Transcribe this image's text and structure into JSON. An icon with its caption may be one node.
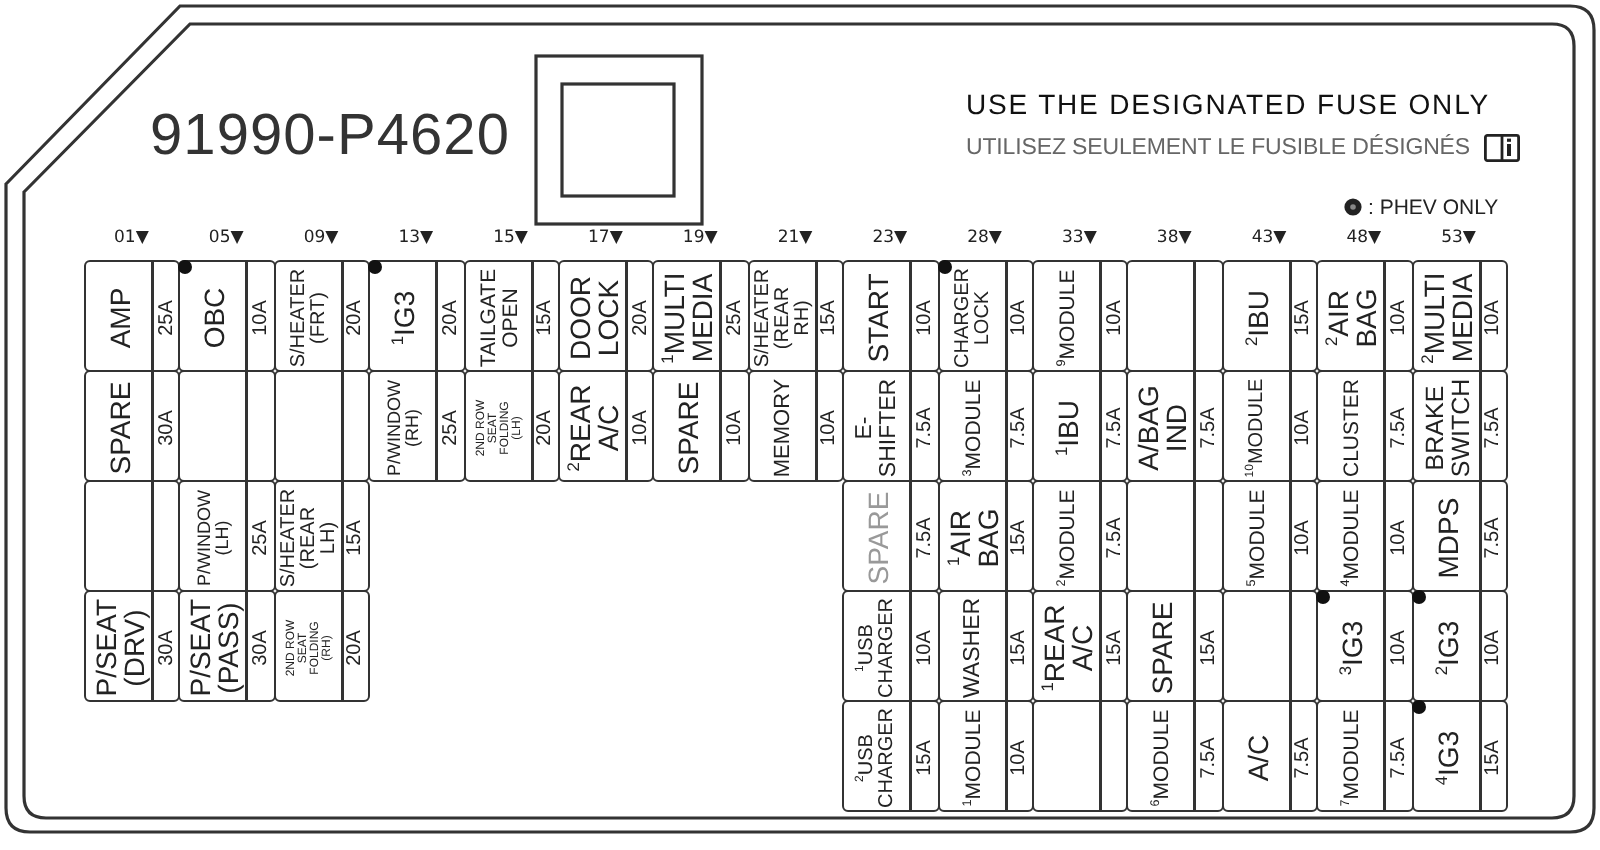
{
  "diagram": {
    "nodes": [
      {
        "text": [
          "AMP",
          "25A"
        ]
      },
      {
        "text": [
          "SPARE",
          "30A"
        ]
      },
      {
        "text": [],
        "shape": "box"
      },
      {
        "text": [
          "P/SEAT (DRV)",
          "30A"
        ]
      },
      {
        "text": [
          "OBC",
          "10A"
        ]
      },
      {
        "text": [],
        "shape": "circle",
        "in": 4
      },
      {
        "text": [],
        "shape": "box"
      },
      {
        "text": [
          "P/WINDOW (LH)",
          "25A"
        ]
      },
      {
        "text": [
          "P/SEAT (PASS)",
          "30A"
        ]
      },
      {
        "text": [
          "S/HEATER (FRT)",
          "20A"
        ]
      },
      {
        "text": [],
        "shape": "box"
      },
      {
        "text": [
          "S/HEATER (REAR LH)",
          "15A"
        ]
      },
      {
        "text": [
          "2ND ROW SEAT FOLDING (RH)",
          "20A"
        ]
      },
      {
        "text": [
          "$^{1}$IG3",
          "20A"
        ]
      },
      {
        "text": [],
        "shape": "circle",
        "in": 13
      },
      {
        "text": [
          "P/WINDOW (RH)",
          "25A"
        ]
      },
      {
        "text": [
          "TAILGATE OPEN",
          "15A"
        ]
      },
      {
        "text": [
          "2ND ROW SEAT FOLDING (LH)",
          "20A"
        ]
      },
      {
        "text": [
          "DOOR LOCK",
          "20A"
        ]
      },
      {
        "text": [
          "$^{2}$REAR A/C",
          "10A"
        ]
      },
      {
        "text": [
          "$^{1}$MULTI MEDIA",
          "25A"
        ]
      },
      {
        "text": [
          "SPARE",
          "10A"
        ]
      },
      {
        "text": [
          "S/HEATER (REAR RH)",
          "15A"
        ]
      },
      {
        "text": [
          "MEMORY",
          "10A"
        ]
      },
      {
        "text": [
          "START",
          "10A"
        ]
      },
      {
        "text": [
          "E-SHIFTER",
          "7.5A"
        ]
      },
      {
        "text": [
          "SPARE",
          "7.5A"
        ]
      },
      {
        "text": [
          "$^{1}$USB CHARGER",
          "10A"
        ]
      },
      {
        "text": [
          "$^{2}$USB CHARGER",
          "15A"
        ]
      },
      {
        "text": [
          "CHARGER LOCK",
          "10A"
        ]
      },
      {
        "text": [],
        "shape": "circle",
        "in": 29
      },
      {
        "text": [
          "$^{3}$MODULE",
          "7.5A"
        ]
      },
      {
        "text": [
          "$^{1}$AIR BAG",
          "15A"
        ]
      },
      {
        "text": [
          "WASHER",
          "15A"
        ]
      },
      {
        "text": [
          "$^{1}$MODULE",
          "10A"
        ]
      },
      {
        "text": [
          "$^{9}$MODULE",
          "10A"
        ]
      },
      {
        "text": [
          "$^{1}$IBU",
          "7.5A"
        ]
      },
      {
        "text": [
          "$^{2}$MODULE",
          "7.5A"
        ]
      },
      {
        "text": [
          "$^{1}$REAR A/C",
          "15A"
        ]
      },
      {
        "text": [],
        "shape": "box"
      },
      {
        "text": [],
        "shape": "box"
      },
      {
        "text": [
          "A/BAG IND",
          "7.5A"
        ]
      },
      {
        "text": [],
        "shape": "box"
      },
      {
        "text": [
          "SPARE",
          "15A"
        ]
      },
      {
        "text": [
          "$^{6}$MODULE",
          "7.5A"
        ]
      },
      {
        "text": [
          "$^{2}$IBU",
          "15A"
        ]
      },
      {
        "text": [
          "$^{10}$MODULE",
          "10A"
        ]
      },
      {
        "text": [
          "$^{5}$MODULE",
          "10A"
        ]
      },
      {
        "text": [],
        "shape": "box"
      },
      {
        "text": [
          "A/C",
          "7.5A"
        ]
      },
      {
        "text": [
          "$^{2}$AIR BAG",
          "10A"
        ]
      },
      {
        "text": [
          "CLUSTER",
          "7.5A"
        ]
      },
      {
        "text": [
          "$^{4}$MODULE",
          "10A"
        ]
      },
      {
        "text": [
          "$^{3}$IG3",
          "10A"
        ]
      },
      {
        "text": [],
        "shape": "circle",
        "in": 53
      },
      {
        "text": [
          "$^{7}$MODULE",
          "7.5A"
        ]
      },
      {
        "text": [
          "$^{2}$MULTI MEDIA",
          "10A"
        ]
      },
      {
        "text": [
          "BRAKE SWITCH",
          "7.5A"
        ]
      },
      {
        "text": [
          "MDPS",
          "7.5A"
        ]
      },
      {
        "text": [
          "$^{2}$IG3",
          "10A"
        ]
      },
      {
        "text": [],
        "shape": "circle",
        "in": 59
      },
      {
        "text": [
          "$^{4}$IG3",
          "15A"
        ]
      },
      {
        "text": [],
        "shape": "circle",
        "in": 61
      }
    ],
    "labels": [
      "91990-P4620",
      "USE THE DESIGNATED FUSE ONLY",
      "UTILISEZ SEULEMENT LE FUSIBLE DÉSIGNÉS",
      "01▼",
      "05▼",
      "09▼",
      "13▼",
      "15▼",
      "17▼",
      "19▼",
      "21▼",
      "23▼",
      "28▼",
      "33▼",
      "38▼",
      "43▼",
      "48▼",
      "53▼"
    ],
    "legend": [
      {
        "text": ": PHEV ONLY"
      }
    ]
  }
}
